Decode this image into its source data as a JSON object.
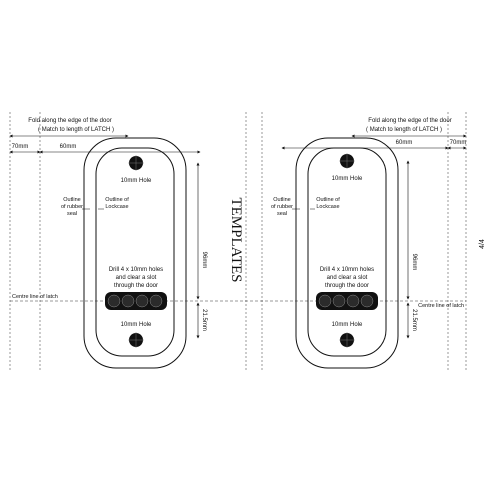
{
  "page": {
    "heading": "TEMPLATES",
    "page_number": "4/4"
  },
  "templates": [
    {
      "fold_line1": "Fold along the edge of the door",
      "fold_line2": "( Match to length of LATCH )",
      "dim_left": "70mm",
      "dim_right": "60mm",
      "top_hole": "10mm Hole",
      "outline_rubber": [
        "Outline",
        "of rubber",
        "seal"
      ],
      "outline_lockcase": [
        "Outline of",
        "Lockcase"
      ],
      "drill_text": [
        "Drill 4 x 10mm holes",
        "and clear a slot",
        "through the door"
      ],
      "bottom_hole": "10mm Hole",
      "dim_96": "96mm",
      "dim_21": "21.5mm",
      "centre_line": "Centre line of latch"
    },
    {
      "fold_line1": "Fold along the edge of the door",
      "fold_line2": "( Match to length of LATCH )",
      "dim_left": "60mm",
      "dim_right": "70mm",
      "top_hole": "10mm Hole",
      "outline_rubber": [
        "Outline",
        "of rubber",
        "seal"
      ],
      "outline_lockcase": [
        "Outline of",
        "Lockcase"
      ],
      "drill_text": [
        "Drill 4 x 10mm holes",
        "and clear a slot",
        "through the door"
      ],
      "bottom_hole": "10mm Hole",
      "dim_96": "96mm",
      "dim_21": "21.5mm",
      "centre_line": "Centre line of latch"
    }
  ]
}
